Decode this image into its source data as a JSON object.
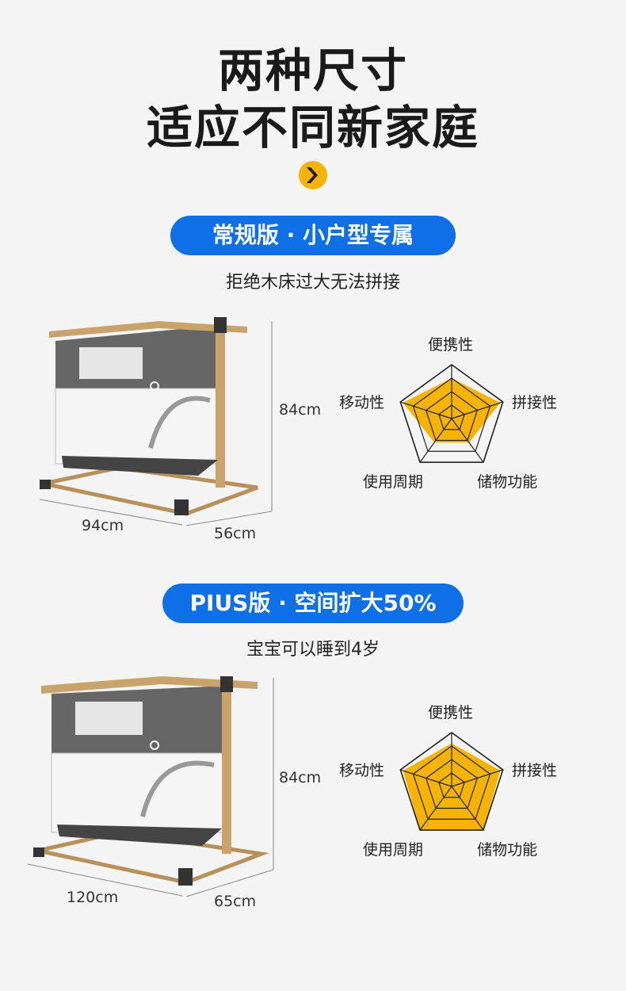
{
  "heading": {
    "line1": "两种尺寸",
    "line2": "适应不同新家庭"
  },
  "accent_color": "#f6b400",
  "pill_color": "#0f6fe6",
  "versions": [
    {
      "badge": "常规版 · 小户型专属",
      "subtitle": "拒绝木床过大无法拼接",
      "dimensions": {
        "height": "84cm",
        "length": "94cm",
        "width": "56cm"
      },
      "radar": {
        "axes": [
          "便携性",
          "拼接性",
          "储物功能",
          "使用周期",
          "移动性"
        ],
        "values": [
          0.75,
          0.95,
          0.55,
          0.55,
          0.95
        ]
      }
    },
    {
      "badge": "PIUS版 · 空间扩大50%",
      "subtitle": "宝宝可以睡到4岁",
      "dimensions": {
        "height": "84cm",
        "length": "120cm",
        "width": "65cm"
      },
      "radar": {
        "axes": [
          "便携性",
          "拼接性",
          "储物功能",
          "使用周期",
          "移动性"
        ],
        "values": [
          0.8,
          0.95,
          1.0,
          1.0,
          0.95
        ]
      }
    }
  ]
}
